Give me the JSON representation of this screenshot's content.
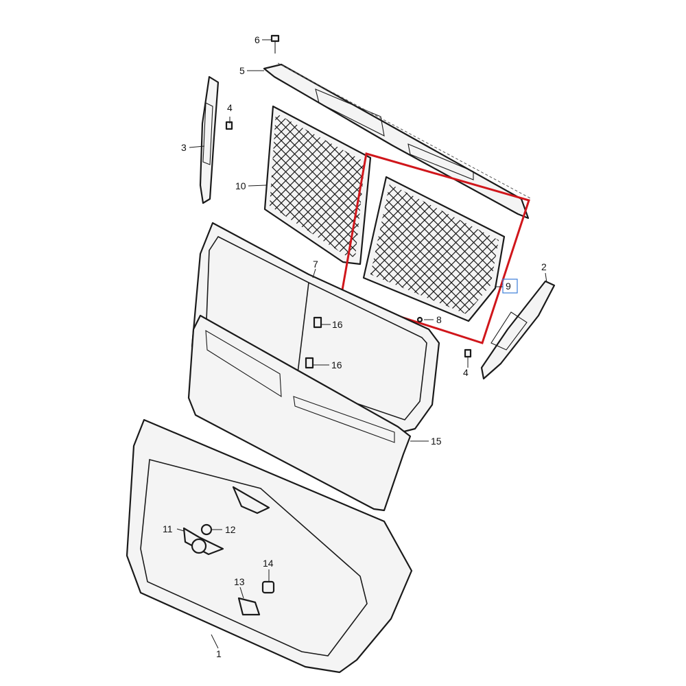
{
  "callouts": {
    "c1": "1",
    "c2": "2",
    "c3": "3",
    "c4a": "4",
    "c4b": "4",
    "c5": "5",
    "c6": "6",
    "c7": "7",
    "c8": "8",
    "c9": "9",
    "c10": "10",
    "c11": "11",
    "c12": "12",
    "c13": "13",
    "c14": "14",
    "c15": "15",
    "c16a": "16",
    "c16b": "16"
  },
  "colors": {
    "highlight_box": "#d0161b",
    "selected_callout_box": "#3b7dd8",
    "line": "#1a1a1a"
  },
  "highlighted_part": "9"
}
